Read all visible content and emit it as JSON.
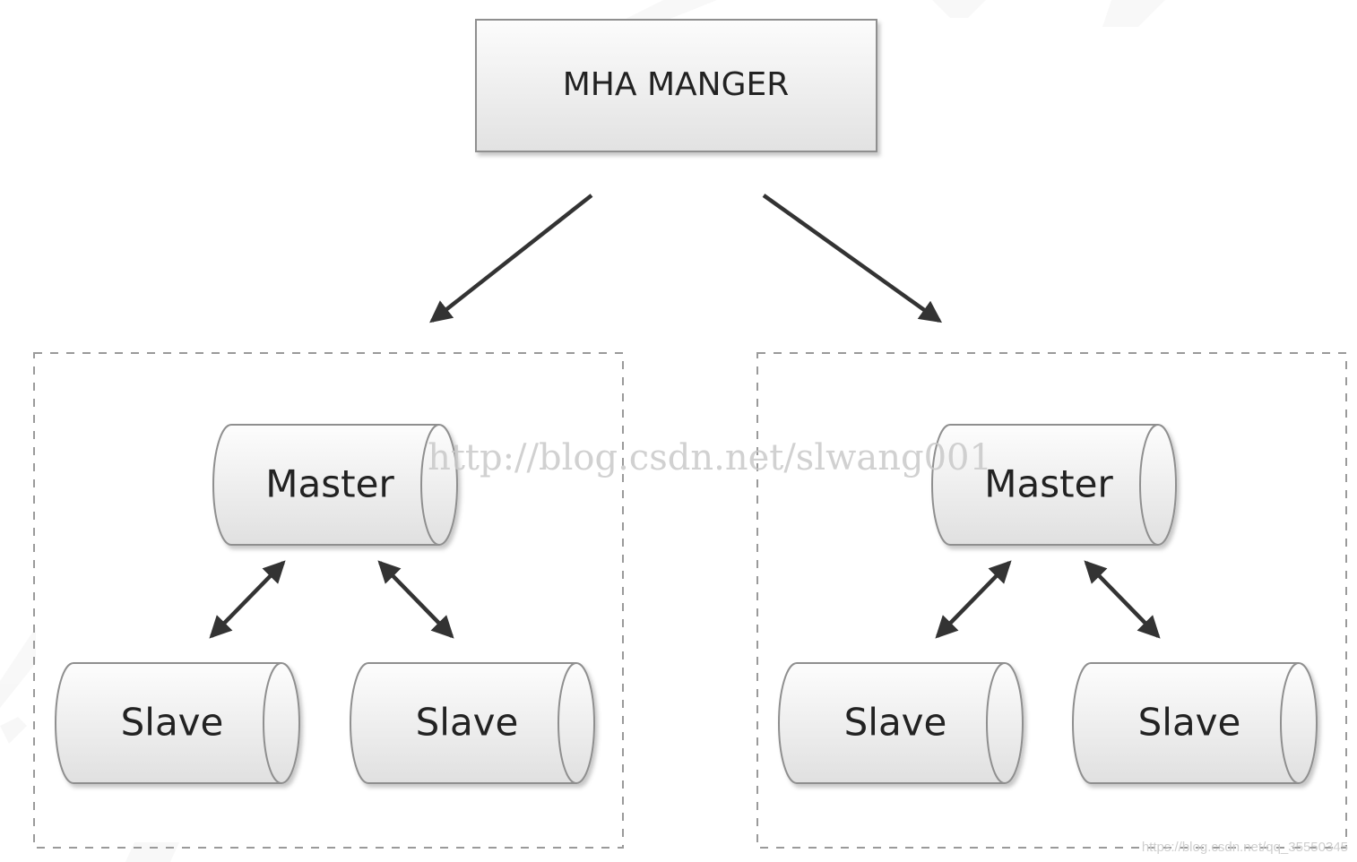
{
  "manager": {
    "label": "MHA MANGER"
  },
  "groups": [
    {
      "master": {
        "label": "Master"
      },
      "slaves": [
        {
          "label": "Slave"
        },
        {
          "label": "Slave"
        }
      ]
    },
    {
      "master": {
        "label": "Master"
      },
      "slaves": [
        {
          "label": "Slave"
        },
        {
          "label": "Slave"
        }
      ]
    }
  ],
  "watermarks": {
    "center": "http://blog.csdn.net/slwang001",
    "corner": "https://blog.csdn.net/qq_35550345"
  },
  "colors": {
    "background": "#ffffff",
    "box_fill_top": "#fafafa",
    "box_fill_bottom": "#e3e3e3",
    "box_stroke": "#8f8f8f",
    "arrow": "#333333",
    "dashed_border": "#9a9a9a",
    "label_text": "#222222",
    "watermark": "#c9c9c9"
  }
}
